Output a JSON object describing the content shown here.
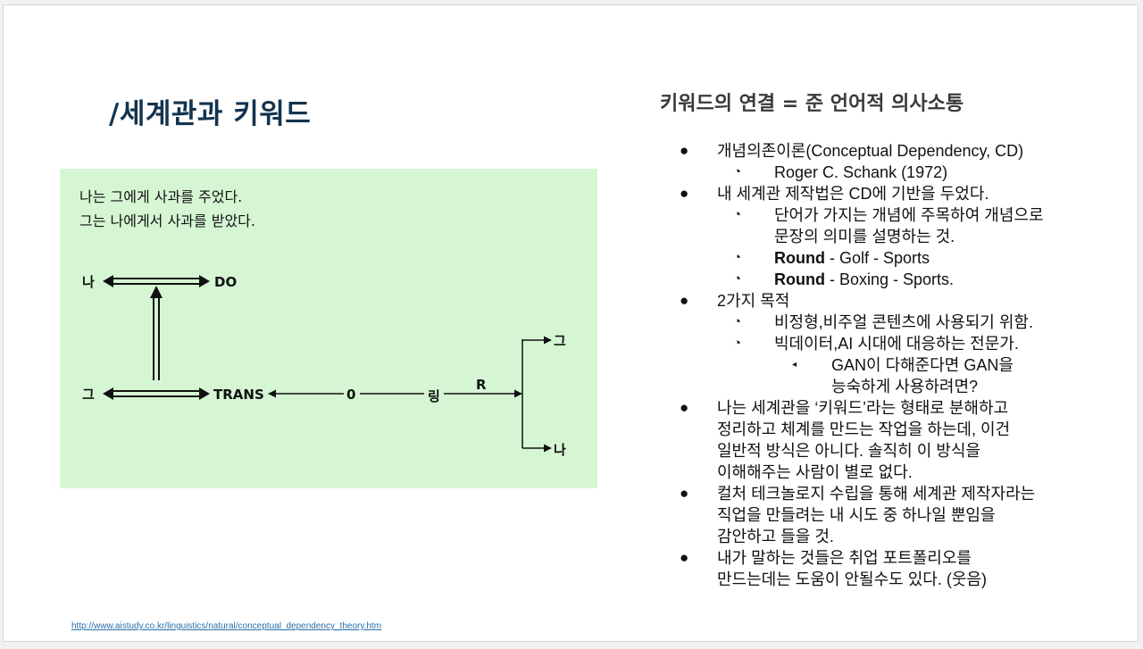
{
  "slide": {
    "title": "/세계관과 키워드",
    "subtitle": "키워드의 연결 = 준 언어적 의사소통",
    "source_link": "http://www.aistudy.co.kr/linguistics/natural/conceptual_dependency_theory.htm"
  },
  "diagram": {
    "sentence_1": "나는 그에게 사과를 주었다.",
    "sentence_2": "그는 나에게서 사과를 받았다.",
    "labels": {
      "na_top": "나",
      "do": "DO",
      "geu_left": "그",
      "trans": "TRANS",
      "o": "0",
      "ring": "링",
      "r": "R",
      "geu_right": "그",
      "na_right": "나"
    }
  },
  "bullets": {
    "b1": "개념의존이론(Conceptual Dependency, CD)",
    "b1_1": "Roger C. Schank (1972)",
    "b2": "내 세계관 제작법은 CD에 기반을 두었다.",
    "b2_1a": "단어가 가지는 개념에 주목하여 개념으로",
    "b2_1b": "문장의 의미를 설명하는 것.",
    "b2_2_bold": "Round",
    "b2_2_rest": " - Golf - Sports",
    "b2_3_bold": "Round",
    "b2_3_rest": " - Boxing - Sports.",
    "b3": "2가지 목적",
    "b3_1": "비정형,비주얼 콘텐츠에 사용되기 위함.",
    "b3_2": "빅데이터,AI 시대에 대응하는 전문가.",
    "b3_2_1a": "GAN이 다해준다면 GAN을",
    "b3_2_1b": "능숙하게 사용하려면?",
    "b4a": "나는 세계관을 ‘키워드’라는 형태로 분해하고",
    "b4b": "정리하고 체계를 만드는 작업을 하는데, 이건",
    "b4c": "일반적 방식은 아니다. 솔직히 이 방식을",
    "b4d": "이해해주는 사람이 별로 없다.",
    "b5a": "컬처 테크놀로지 수립을 통해 세계관 제작자라는",
    "b5b": "직업을 만들려는 내 시도 중 하나일 뿐임을",
    "b5c": "감안하고 들을 것.",
    "b6a": "내가 말하는 것들은 취업 포트폴리오를",
    "b6b": "만드는데는 도움이 안될수도 있다. (웃음)"
  },
  "markers": {
    "level0": "●",
    "level1": "◔",
    "level2": "◂"
  }
}
